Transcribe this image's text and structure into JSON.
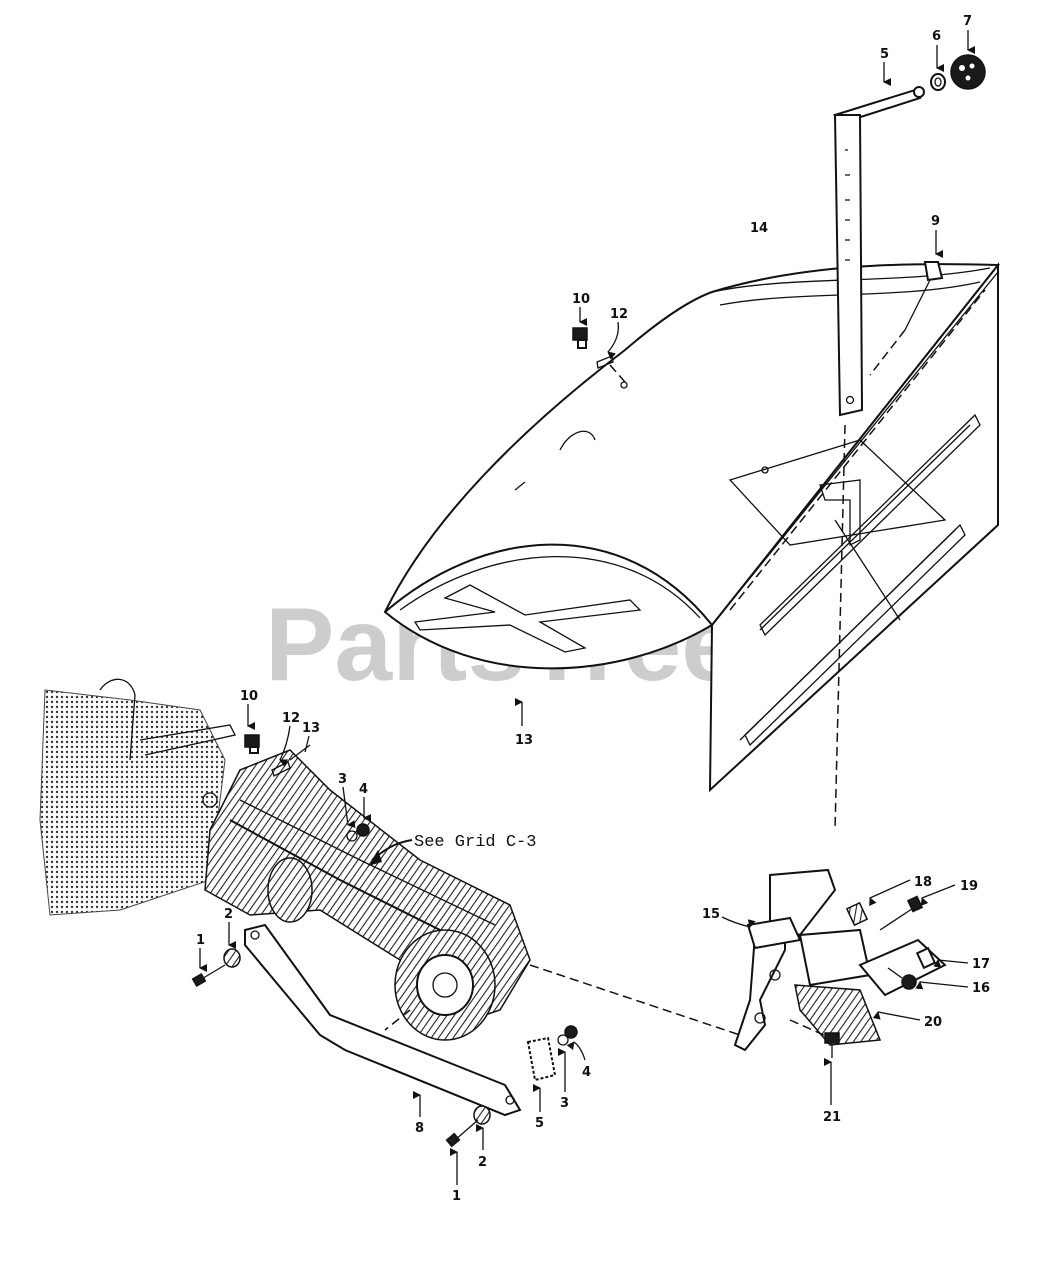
{
  "watermark": "PartsTree",
  "reference_note": "See Grid C-3",
  "callouts": {
    "c5_top": "5",
    "c6_top": "6",
    "c7_top": "7",
    "c9": "9",
    "c14": "14",
    "c10_top": "10",
    "c12_top": "12",
    "c13_shield": "13",
    "c10_left": "10",
    "c12_left": "12",
    "c13_left": "13",
    "c3_left": "3",
    "c4_left": "4",
    "c1_left": "1",
    "c2_left": "2",
    "c8": "8",
    "c1_bottom": "1",
    "c2_bottom": "2",
    "c5_bottom": "5",
    "c3_bottom": "3",
    "c4_bottom": "4",
    "c15": "15",
    "c18": "18",
    "c19": "19",
    "c17": "17",
    "c16": "16",
    "c20": "20",
    "c21": "21"
  }
}
